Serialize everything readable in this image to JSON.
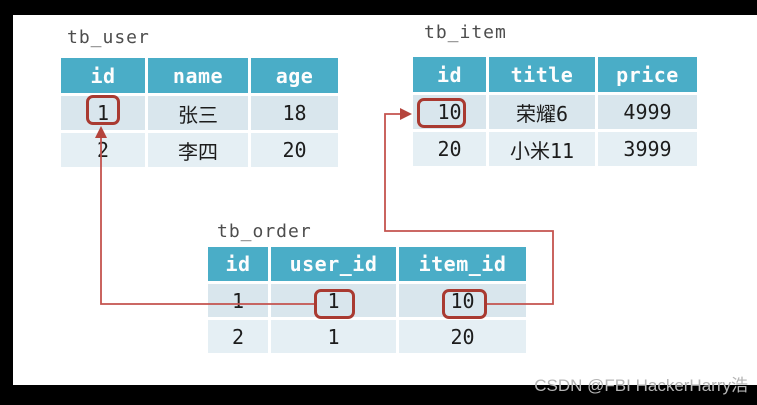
{
  "tables": [
    {
      "name": "tb_user",
      "columns": [
        "id",
        "name",
        "age"
      ],
      "rows": [
        [
          "1",
          "张三",
          "18"
        ],
        [
          "2",
          "李四",
          "20"
        ]
      ]
    },
    {
      "name": "tb_item",
      "columns": [
        "id",
        "title",
        "price"
      ],
      "rows": [
        [
          "10",
          "荣耀6",
          "4999"
        ],
        [
          "20",
          "小米11",
          "3999"
        ]
      ]
    },
    {
      "name": "tb_order",
      "columns": [
        "id",
        "user_id",
        "item_id"
      ],
      "rows": [
        [
          "1",
          "1",
          "10"
        ],
        [
          "2",
          "1",
          "20"
        ]
      ]
    }
  ],
  "relations": [
    {
      "from": "tb_order.user_id",
      "to": "tb_user.id",
      "value": "1"
    },
    {
      "from": "tb_order.item_id",
      "to": "tb_item.id",
      "value": "10"
    }
  ],
  "highlights": [
    "tb_user.id=1",
    "tb_item.id=10",
    "tb_order.user_id=1",
    "tb_order.item_id=10"
  ],
  "colors": {
    "header_bg": "#4aadc7",
    "row_odd": "#d9e6ed",
    "row_even": "#e5eff4",
    "highlight_border": "#a93a31",
    "arrow": "#c4534e",
    "frame": "#000000"
  },
  "watermark": {
    "text": "CSDN @FBI HackerHarry浩"
  }
}
